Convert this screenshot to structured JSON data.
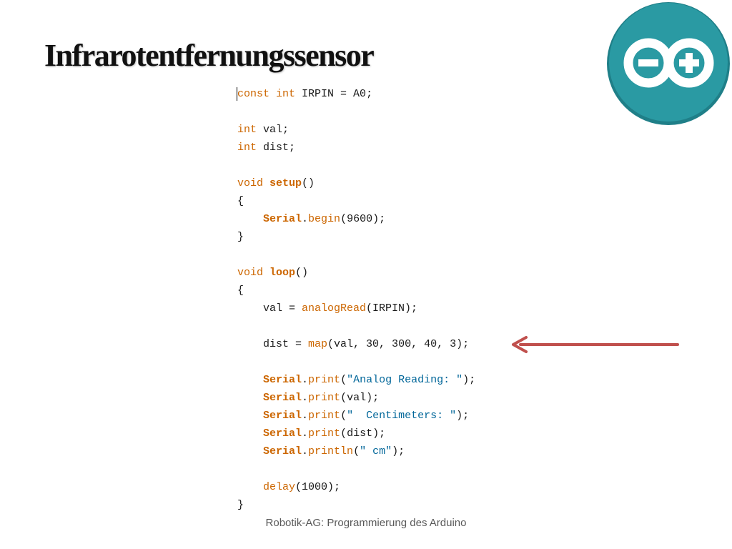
{
  "slide": {
    "title": "Infrarotentfernungssensor",
    "footer": "Robotik-AG: Programmierung des Arduino"
  },
  "logo": {
    "icon": "arduino-logo-icon",
    "bg": "#2a9aa3",
    "fg": "#ffffff"
  },
  "code_colors": {
    "keyword": "#cc6600",
    "string": "#006699",
    "text": "#1a1a1a"
  },
  "arrow": {
    "icon": "arrow-left-icon",
    "color": "#c0504d"
  },
  "code": [
    [
      {
        "t": "const",
        "c": "kw"
      },
      {
        "t": " "
      },
      {
        "t": "int",
        "c": "kw"
      },
      {
        "t": " IRPIN = A0;"
      }
    ],
    [],
    [
      {
        "t": "int",
        "c": "kw"
      },
      {
        "t": " val;"
      }
    ],
    [
      {
        "t": "int",
        "c": "kw"
      },
      {
        "t": " dist;"
      }
    ],
    [],
    [
      {
        "t": "void",
        "c": "kw"
      },
      {
        "t": " "
      },
      {
        "t": "setup",
        "c": "kwb"
      },
      {
        "t": "()"
      }
    ],
    [
      {
        "t": "{"
      }
    ],
    [
      {
        "t": "    "
      },
      {
        "t": "Serial",
        "c": "ser"
      },
      {
        "t": "."
      },
      {
        "t": "begin",
        "c": "fn"
      },
      {
        "t": "(9600);"
      }
    ],
    [
      {
        "t": "}"
      }
    ],
    [],
    [
      {
        "t": "void",
        "c": "kw"
      },
      {
        "t": " "
      },
      {
        "t": "loop",
        "c": "kwb"
      },
      {
        "t": "()"
      }
    ],
    [
      {
        "t": "{"
      }
    ],
    [
      {
        "t": "    val = "
      },
      {
        "t": "analogRead",
        "c": "fn"
      },
      {
        "t": "(IRPIN);"
      }
    ],
    [],
    [
      {
        "t": "    dist = "
      },
      {
        "t": "map",
        "c": "fn"
      },
      {
        "t": "(val, 30, 300, 40, 3);"
      }
    ],
    [],
    [
      {
        "t": "    "
      },
      {
        "t": "Serial",
        "c": "ser"
      },
      {
        "t": "."
      },
      {
        "t": "print",
        "c": "fn"
      },
      {
        "t": "("
      },
      {
        "t": "\"Analog Reading: \"",
        "c": "str"
      },
      {
        "t": ");"
      }
    ],
    [
      {
        "t": "    "
      },
      {
        "t": "Serial",
        "c": "ser"
      },
      {
        "t": "."
      },
      {
        "t": "print",
        "c": "fn"
      },
      {
        "t": "(val);"
      }
    ],
    [
      {
        "t": "    "
      },
      {
        "t": "Serial",
        "c": "ser"
      },
      {
        "t": "."
      },
      {
        "t": "print",
        "c": "fn"
      },
      {
        "t": "("
      },
      {
        "t": "\"  Centimeters: \"",
        "c": "str"
      },
      {
        "t": ");"
      }
    ],
    [
      {
        "t": "    "
      },
      {
        "t": "Serial",
        "c": "ser"
      },
      {
        "t": "."
      },
      {
        "t": "print",
        "c": "fn"
      },
      {
        "t": "(dist);"
      }
    ],
    [
      {
        "t": "    "
      },
      {
        "t": "Serial",
        "c": "ser"
      },
      {
        "t": "."
      },
      {
        "t": "println",
        "c": "fn"
      },
      {
        "t": "("
      },
      {
        "t": "\" cm\"",
        "c": "str"
      },
      {
        "t": ");"
      }
    ],
    [],
    [
      {
        "t": "    "
      },
      {
        "t": "delay",
        "c": "fn"
      },
      {
        "t": "(1000);"
      }
    ],
    [
      {
        "t": "}"
      }
    ]
  ]
}
